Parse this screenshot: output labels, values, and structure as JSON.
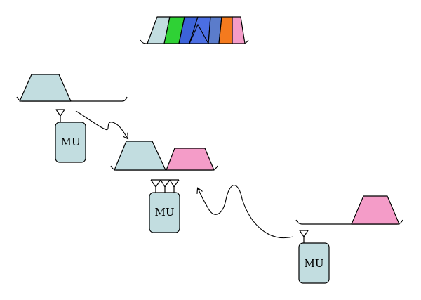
{
  "colors": {
    "light_blue": "#c2dde0",
    "pink": "#f49cc8",
    "green": "#2fd135",
    "blue": "#3c63d9",
    "purple_blue": "#4b6ee3",
    "steel_blue": "#5b7ccb",
    "orange": "#f47a1e",
    "mu_fill": "#c2dde0"
  },
  "device_labels": {
    "mu_left": "MU",
    "mu_center": "MU",
    "mu_right": "MU"
  },
  "icons": [
    "antenna-icon",
    "arrow-icon"
  ]
}
